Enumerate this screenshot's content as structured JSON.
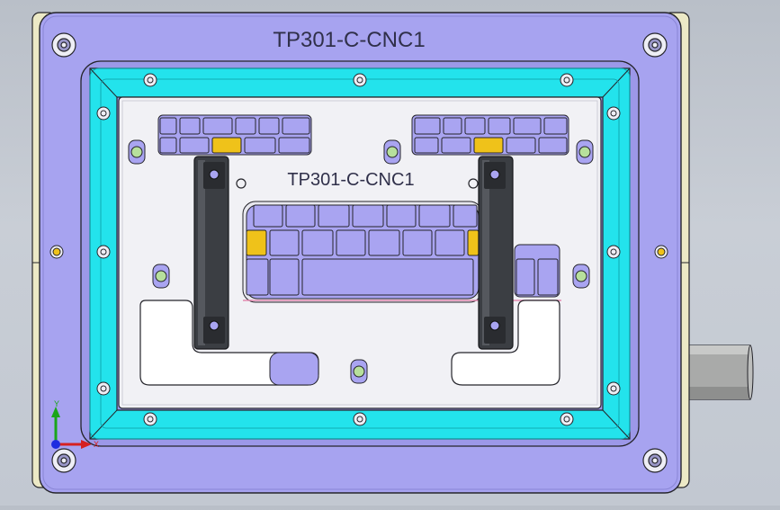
{
  "model": {
    "plate_label": "TP301-C-CNC1",
    "insert_label": "TP301-C-CNC1"
  },
  "triad": {
    "x_label": "X",
    "y_label": "Y"
  },
  "colors": {
    "base_plate": "#a7a3f0",
    "side_strip": "#ece9c6",
    "frame_cyan": "#23e3ec",
    "insert": "#f1f1f5",
    "keycap": "#a9a4f1",
    "keycap_highlight": "#efc21a",
    "clamp_bar": "#3b3e43",
    "pin": "#b7e09c",
    "cable": "#a9aaa9",
    "outline": "#25252b"
  }
}
